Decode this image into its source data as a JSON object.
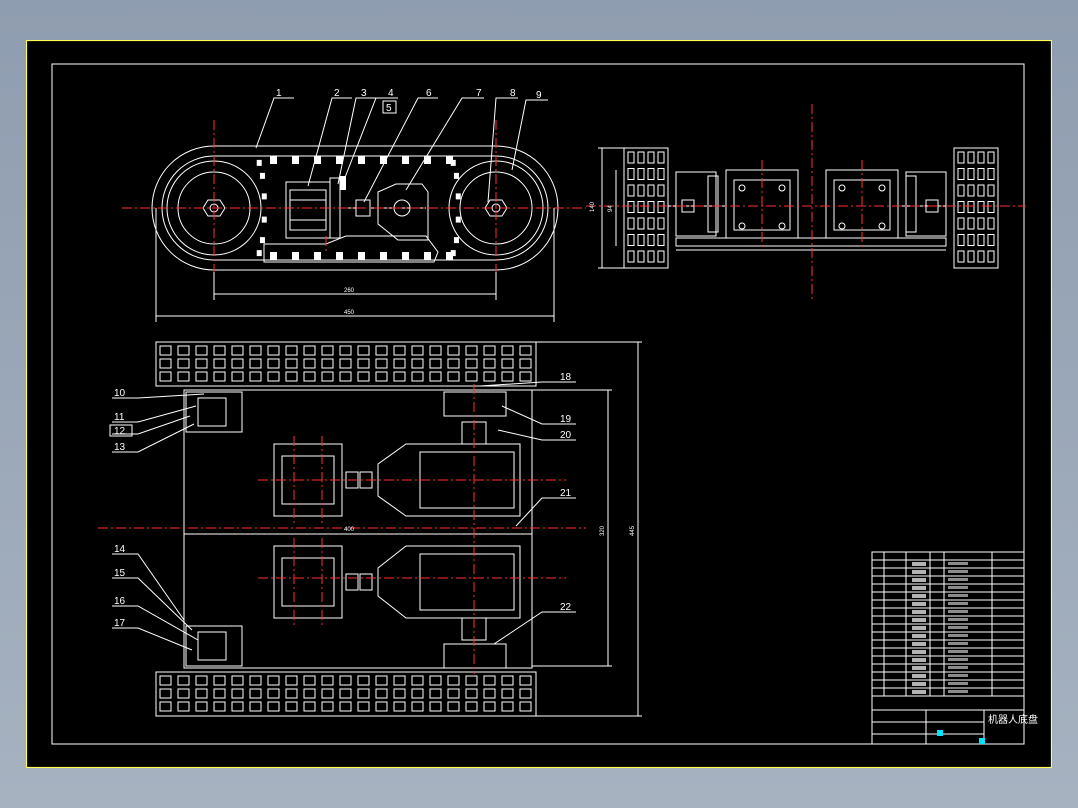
{
  "drawing": {
    "part_numbers": [
      "1",
      "2",
      "3",
      "4",
      "5",
      "6",
      "7",
      "8",
      "9",
      "10",
      "11",
      "12",
      "13",
      "14",
      "15",
      "16",
      "17",
      "18",
      "19",
      "20",
      "21",
      "22"
    ],
    "dimensions": {
      "side_center_distance": "260",
      "side_overall_length": "450",
      "end_height_outer": "140",
      "end_height_inner": "94",
      "plan_width": "400",
      "plan_inner_length": "320",
      "plan_overall_length": "445"
    },
    "title_block": {
      "drawing_name": "机器人底盘"
    }
  },
  "colors": {
    "background": "#000000",
    "lines": "#ffffff",
    "center_lines": "#ff3030",
    "frame": "#ffff55",
    "markers": "#00e5ff"
  }
}
